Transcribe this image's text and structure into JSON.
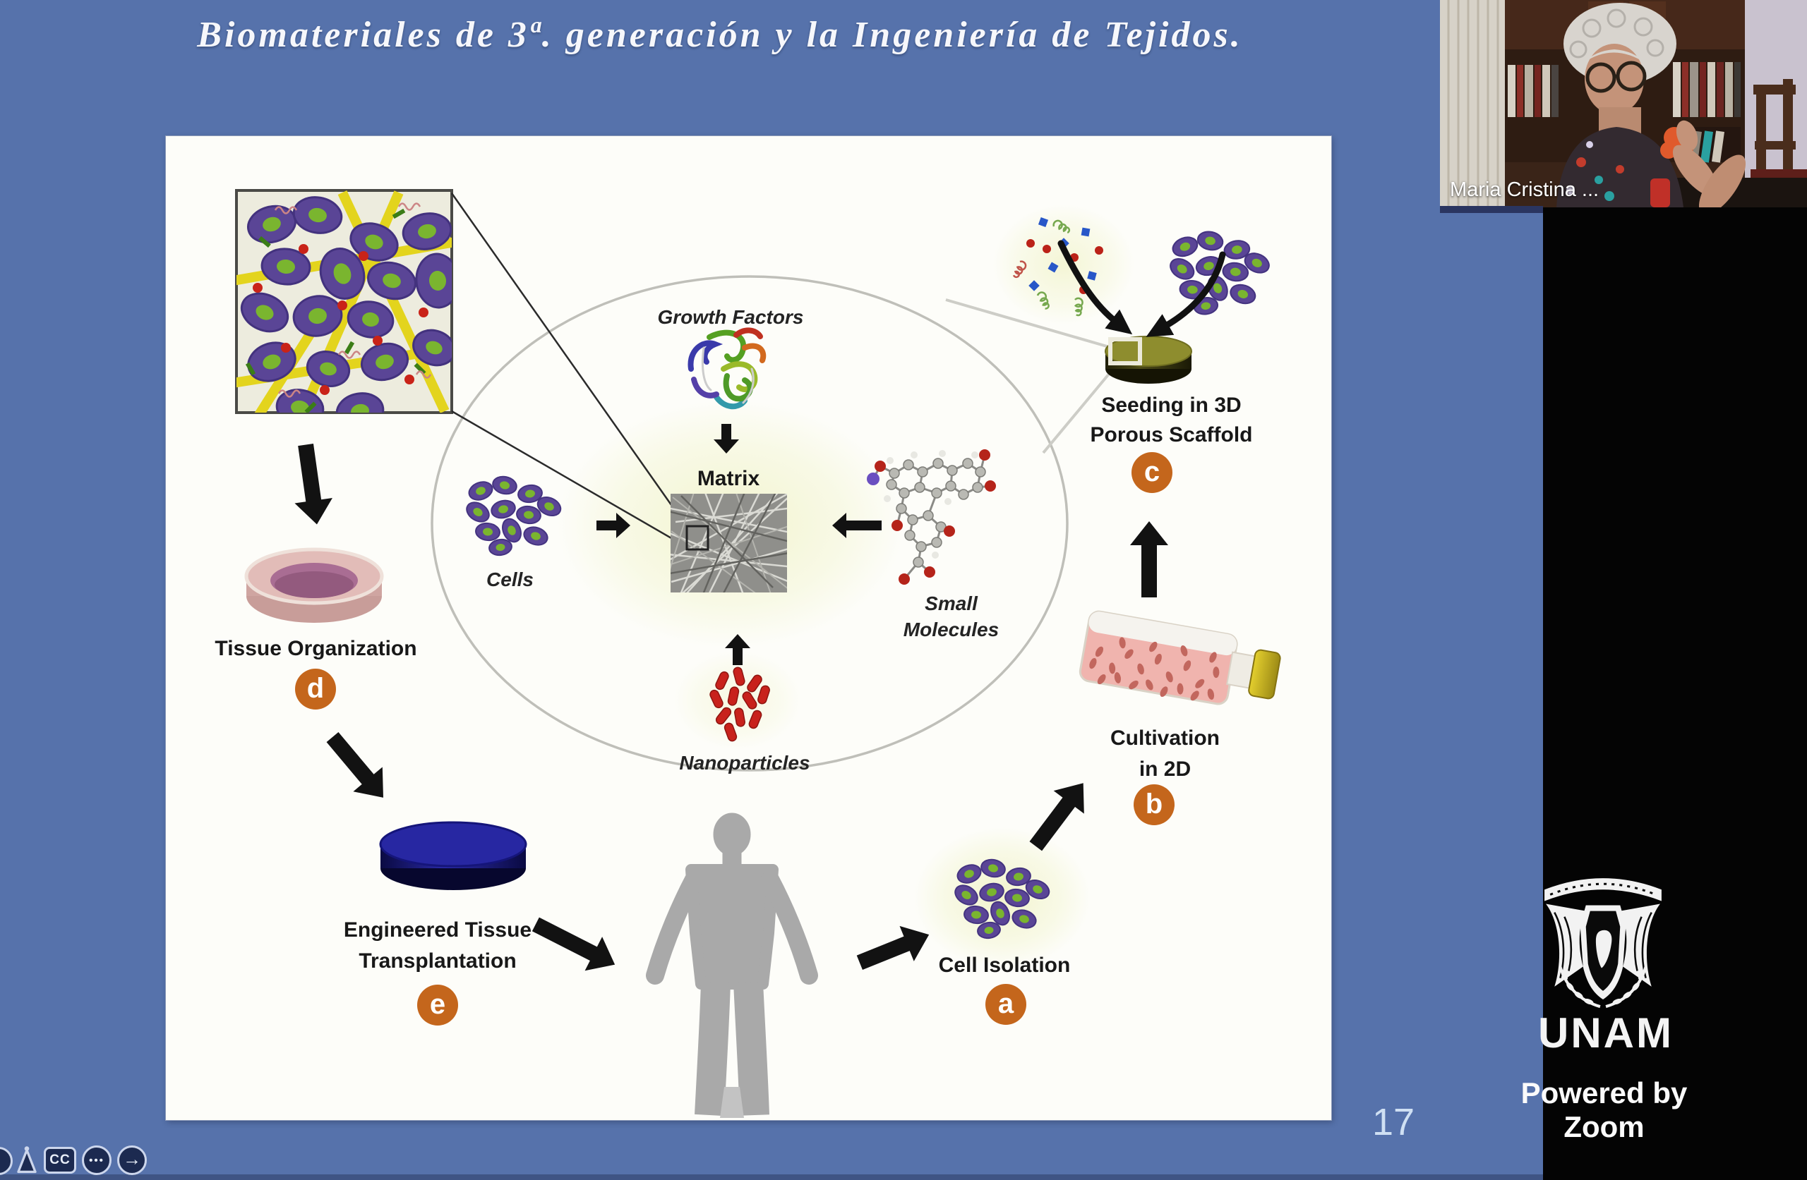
{
  "slide": {
    "title": "Biomateriales de 3ª. generación y la Ingeniería de Tejidos.",
    "page_number": "17",
    "diagram": {
      "center_labels": {
        "growth_factors": "Growth Factors",
        "matrix": "Matrix",
        "cells": "Cells",
        "small_molecules_line1": "Small",
        "small_molecules_line2": "Molecules",
        "nanoparticles": "Nanoparticles"
      },
      "steps": {
        "a": {
          "letter": "a",
          "label": "Cell Isolation"
        },
        "b": {
          "letter": "b",
          "label_line1": "Cultivation",
          "label_line2": "in 2D"
        },
        "c": {
          "letter": "c",
          "label_line1": "Seeding in 3D",
          "label_line2": "Porous Scaffold"
        },
        "d": {
          "letter": "d",
          "label": "Tissue Organization"
        },
        "e": {
          "letter": "e",
          "label_line1": "Engineered Tissue",
          "label_line2": "Transplantation"
        }
      },
      "badge_color": "#c4661c"
    }
  },
  "webcam": {
    "participant_name": "Maria Cristina ..."
  },
  "sidebar": {
    "unam_wordmark": "UNAM",
    "powered_by": "Powered by Zoom"
  },
  "toolbar": {
    "cc_label": "CC",
    "more_glyph": "•••",
    "next_glyph": "→"
  },
  "colors": {
    "background_blue": "#5672ab",
    "panel_black": "#040404",
    "slide_white": "#fdfdf9",
    "badge_orange": "#c4661c",
    "title_white": "#f6f7fb"
  }
}
